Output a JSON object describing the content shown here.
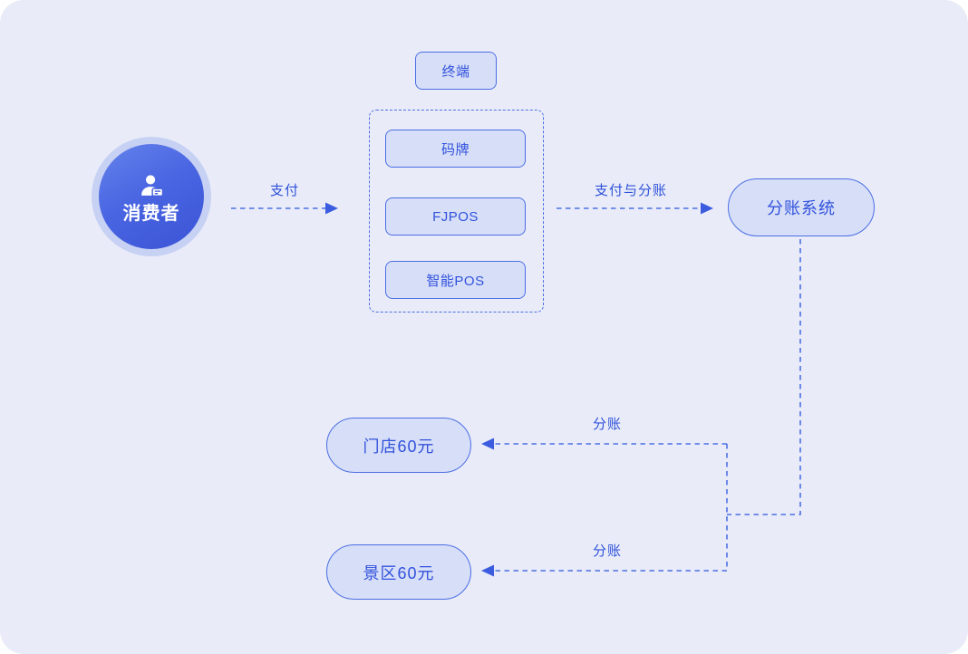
{
  "diagram": {
    "consumer": {
      "label": "消费者",
      "icon": "user-card-icon"
    },
    "terminal": {
      "title": "终端",
      "items": [
        "码牌",
        "FJPOS",
        "智能POS"
      ]
    },
    "split_system": {
      "label": "分账系统"
    },
    "store": {
      "label": "门店60元"
    },
    "scenic": {
      "label": "景区60元"
    },
    "edges": {
      "pay": {
        "label": "支付"
      },
      "pay_and_split": {
        "label": "支付与分账"
      },
      "split_to_store": {
        "label": "分账"
      },
      "split_to_scenic": {
        "label": "分账"
      }
    }
  },
  "colors": {
    "panel_background": "#e9ecf8",
    "node_fill": "#d6def8",
    "node_border": "#4c6ee4",
    "node_text": "#3252dc",
    "connector": "#4c6ee4",
    "arrowhead": "#3c5ce0",
    "consumer_gradient_start": "#6583ec",
    "consumer_gradient_end": "#3a53d6",
    "consumer_text": "#ffffff"
  }
}
